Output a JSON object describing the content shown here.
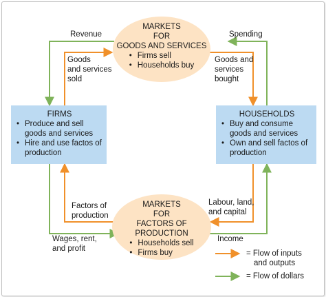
{
  "markets_goods": {
    "lines": [
      "MARKETS",
      "FOR",
      "GOODS AND SERVICES"
    ],
    "bullets": [
      "Firms sell",
      "Households buy"
    ]
  },
  "markets_factors": {
    "lines": [
      "MARKETS",
      "FOR",
      "FACTORS OF PRODUCTION"
    ],
    "bullets": [
      "Households sell",
      "Firms buy"
    ]
  },
  "firms": {
    "title": "FIRMS",
    "bullets": [
      "Produce and sell goods and services",
      "Hire and use factos of production"
    ]
  },
  "households": {
    "title": "HOUSEHOLDS",
    "bullets": [
      "Buy and consume goods and services",
      "Own and sell factos of production"
    ]
  },
  "labels": {
    "revenue": "Revenue",
    "spending": "Spending",
    "goods_sold": [
      "Goods",
      "and services",
      "sold"
    ],
    "goods_bought": [
      "Goods and",
      "services",
      "bought"
    ],
    "factors_of_production": [
      "Factors of",
      "production"
    ],
    "labour_land_capital": [
      "Labour, land,",
      "and capital"
    ],
    "wages": [
      "Wages, rent,",
      "and profit"
    ],
    "income": "Income"
  },
  "legend": {
    "inputs_outputs": [
      "= Flow of inputs",
      "and outputs"
    ],
    "dollars": "= Flow of dollars"
  },
  "colors": {
    "orange_flow": "#f0902a",
    "green_flow": "#7fb35a",
    "oval_fill": "#fde3c4",
    "box_fill": "#bcdaf2"
  }
}
